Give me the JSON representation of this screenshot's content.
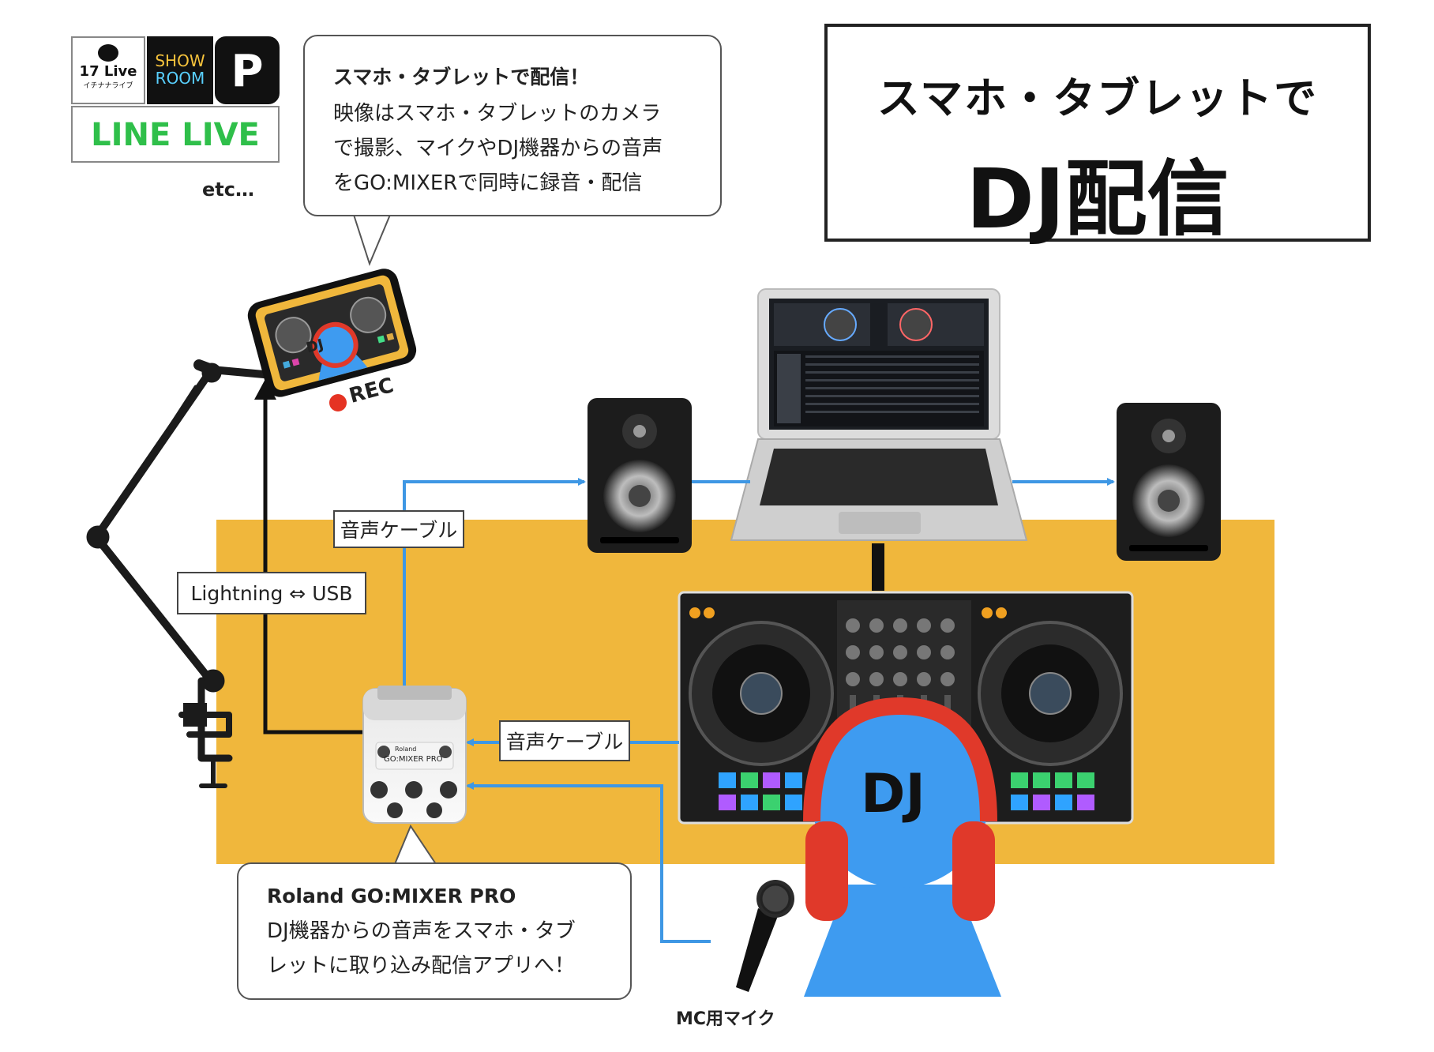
{
  "title": {
    "line1": "スマホ・タブレットで",
    "line2": "DJ配信"
  },
  "top_bubble": {
    "heading": "スマホ・タブレットで配信！",
    "lines": [
      "映像はスマホ・タブレットのカメラ",
      "で撮影、マイクやDJ機器からの音声",
      "をGO:MIXERで同時に録音・配信"
    ]
  },
  "bottom_bubble": {
    "heading": "Roland GO:MIXER PRO",
    "lines": [
      "DJ機器からの音声をスマホ・タブ",
      "レットに取り込み配信アプリへ！"
    ]
  },
  "logos": {
    "live17": {
      "text": "17 Live",
      "sub": "イチナナライブ"
    },
    "showroom": {
      "line1": "SHOW",
      "line2": "ROOM"
    },
    "pococha": {
      "letter": "P"
    },
    "linelive": {
      "text": "LINE LIVE"
    },
    "etc": "etc…"
  },
  "labels": {
    "rec": "REC",
    "cable_top": "音声ケーブル",
    "cable_mid": "音声ケーブル",
    "lightning": "Lightning ⇔ USB",
    "mic": "MC用マイク",
    "dj_phone": "DJ",
    "dj_person": "DJ",
    "mixer_brand": "Roland",
    "mixer_model": "GO:MIXER PRO"
  },
  "colors": {
    "stage": "#F0B73C",
    "cable_blue": "#3E97E4",
    "person_blue": "#3E9BF0",
    "headphone_red": "#E0392A",
    "line_green": "#2FBF4A",
    "rec_red": "#E53323"
  }
}
